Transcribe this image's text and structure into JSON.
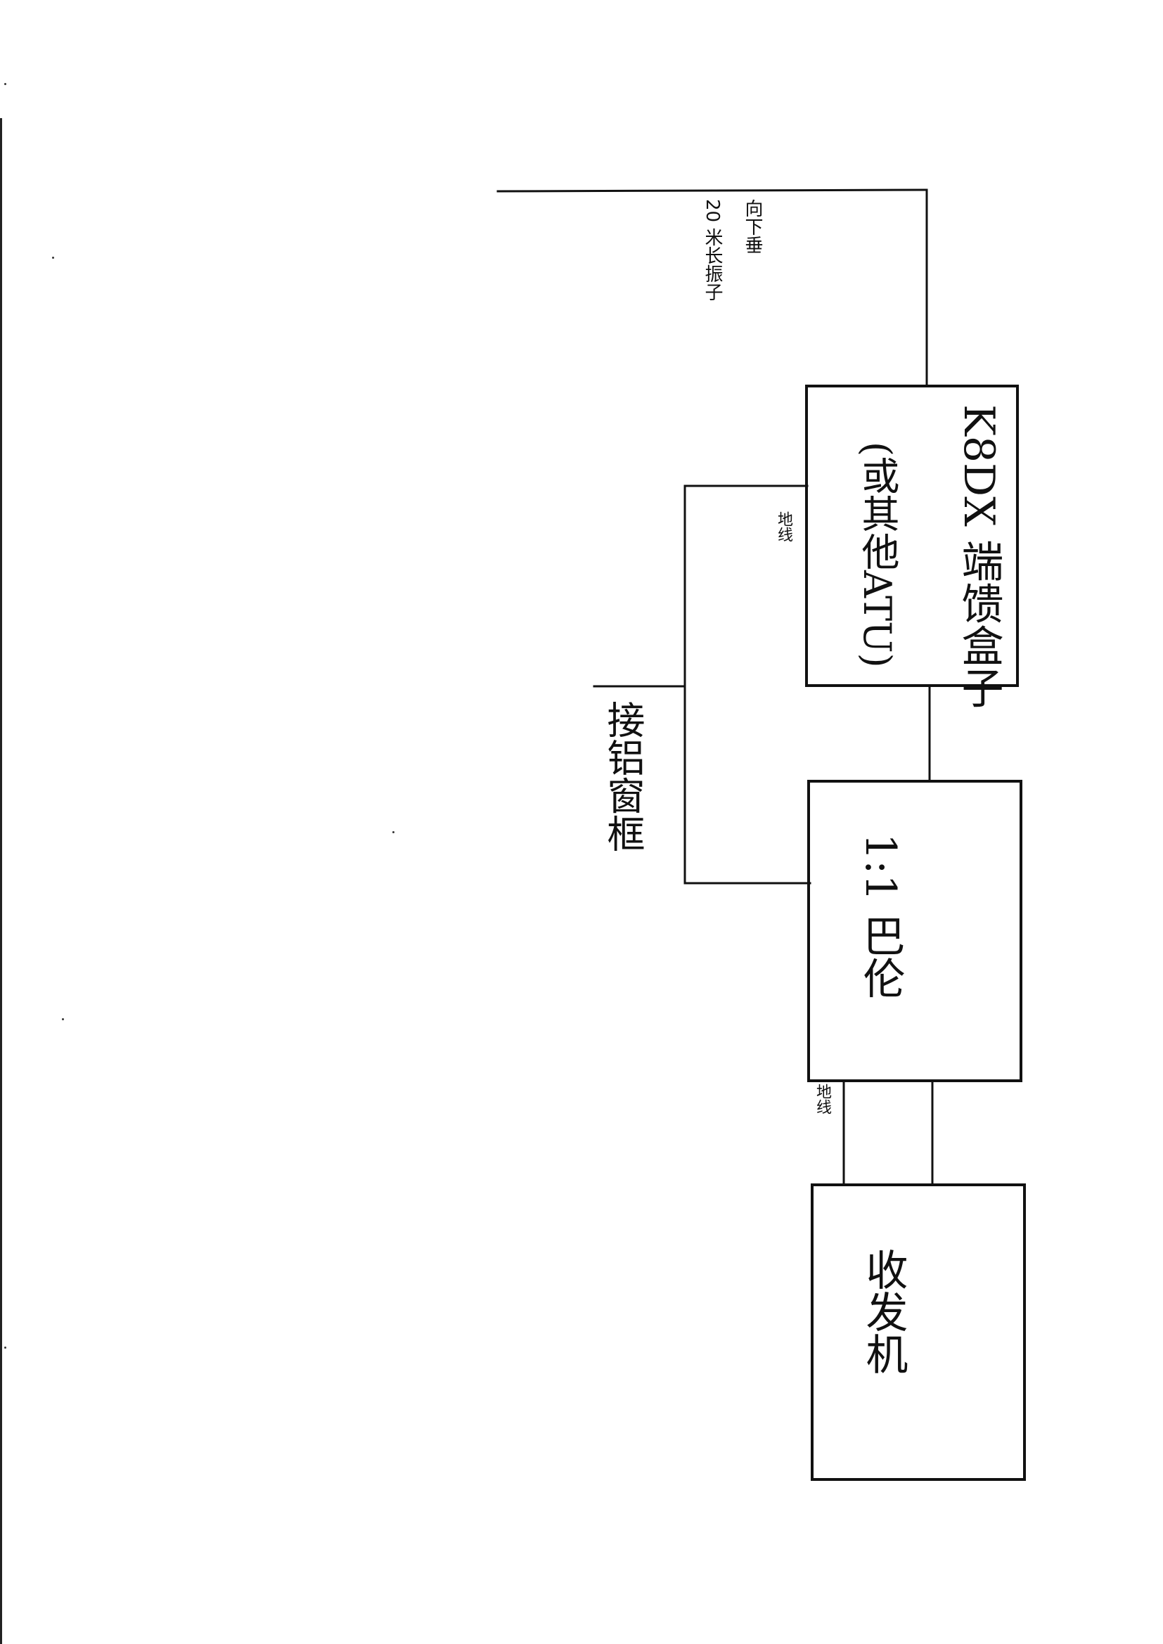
{
  "labels": {
    "dipole_line1": "向下垂",
    "dipole_line2": "20 米长振子",
    "ground_wire_1": "地线",
    "ground_wire_2": "地线",
    "window_frame": "接铝窗框"
  },
  "boxes": {
    "atu": {
      "line1": "K8DX 端馈盒子",
      "line2": "(或其他ATU)"
    },
    "balun": {
      "label": "1:1 巴伦"
    },
    "transceiver": {
      "label": "收发机"
    }
  }
}
